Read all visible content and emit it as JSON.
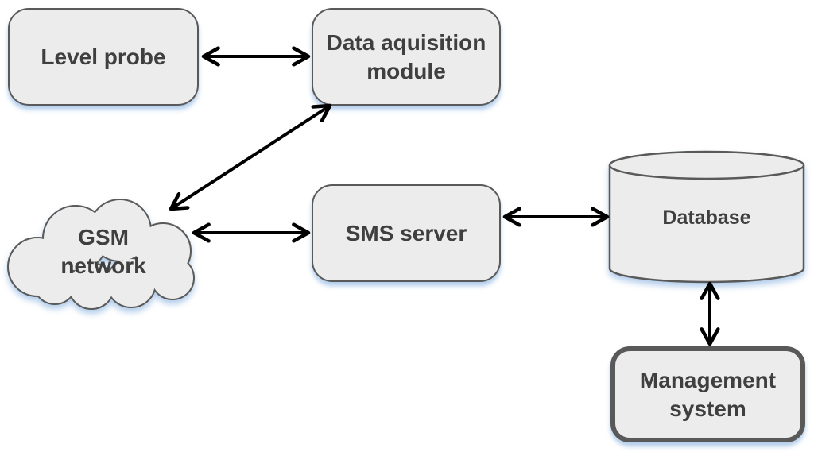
{
  "diagram": {
    "nodes": {
      "level_probe": {
        "shape": "rounded-rectangle",
        "lines": [
          "Level probe"
        ]
      },
      "data_acquisition_module": {
        "shape": "rounded-rectangle",
        "lines": [
          "Data aquisition",
          "module"
        ]
      },
      "gsm_network": {
        "shape": "cloud",
        "lines": [
          "GSM",
          "network"
        ]
      },
      "sms_server": {
        "shape": "rounded-rectangle",
        "lines": [
          "SMS server"
        ]
      },
      "database": {
        "shape": "cylinder",
        "lines": [
          "Database"
        ]
      },
      "management_system": {
        "shape": "rounded-rectangle-thick-border",
        "lines": [
          "Management",
          "system"
        ]
      }
    },
    "edges": [
      {
        "from": "level_probe",
        "to": "data_acquisition_module",
        "direction": "bidirectional"
      },
      {
        "from": "gsm_network",
        "to": "data_acquisition_module",
        "direction": "bidirectional"
      },
      {
        "from": "gsm_network",
        "to": "sms_server",
        "direction": "bidirectional"
      },
      {
        "from": "sms_server",
        "to": "database",
        "direction": "bidirectional"
      },
      {
        "from": "database",
        "to": "management_system",
        "direction": "bidirectional"
      }
    ],
    "colors": {
      "background": "#ffffff",
      "shape_fill": "#ececec",
      "shape_border": "#595959",
      "label_text": "#3f3f3f",
      "arrow": "#000000",
      "shadow": "#a4c4e8"
    }
  }
}
